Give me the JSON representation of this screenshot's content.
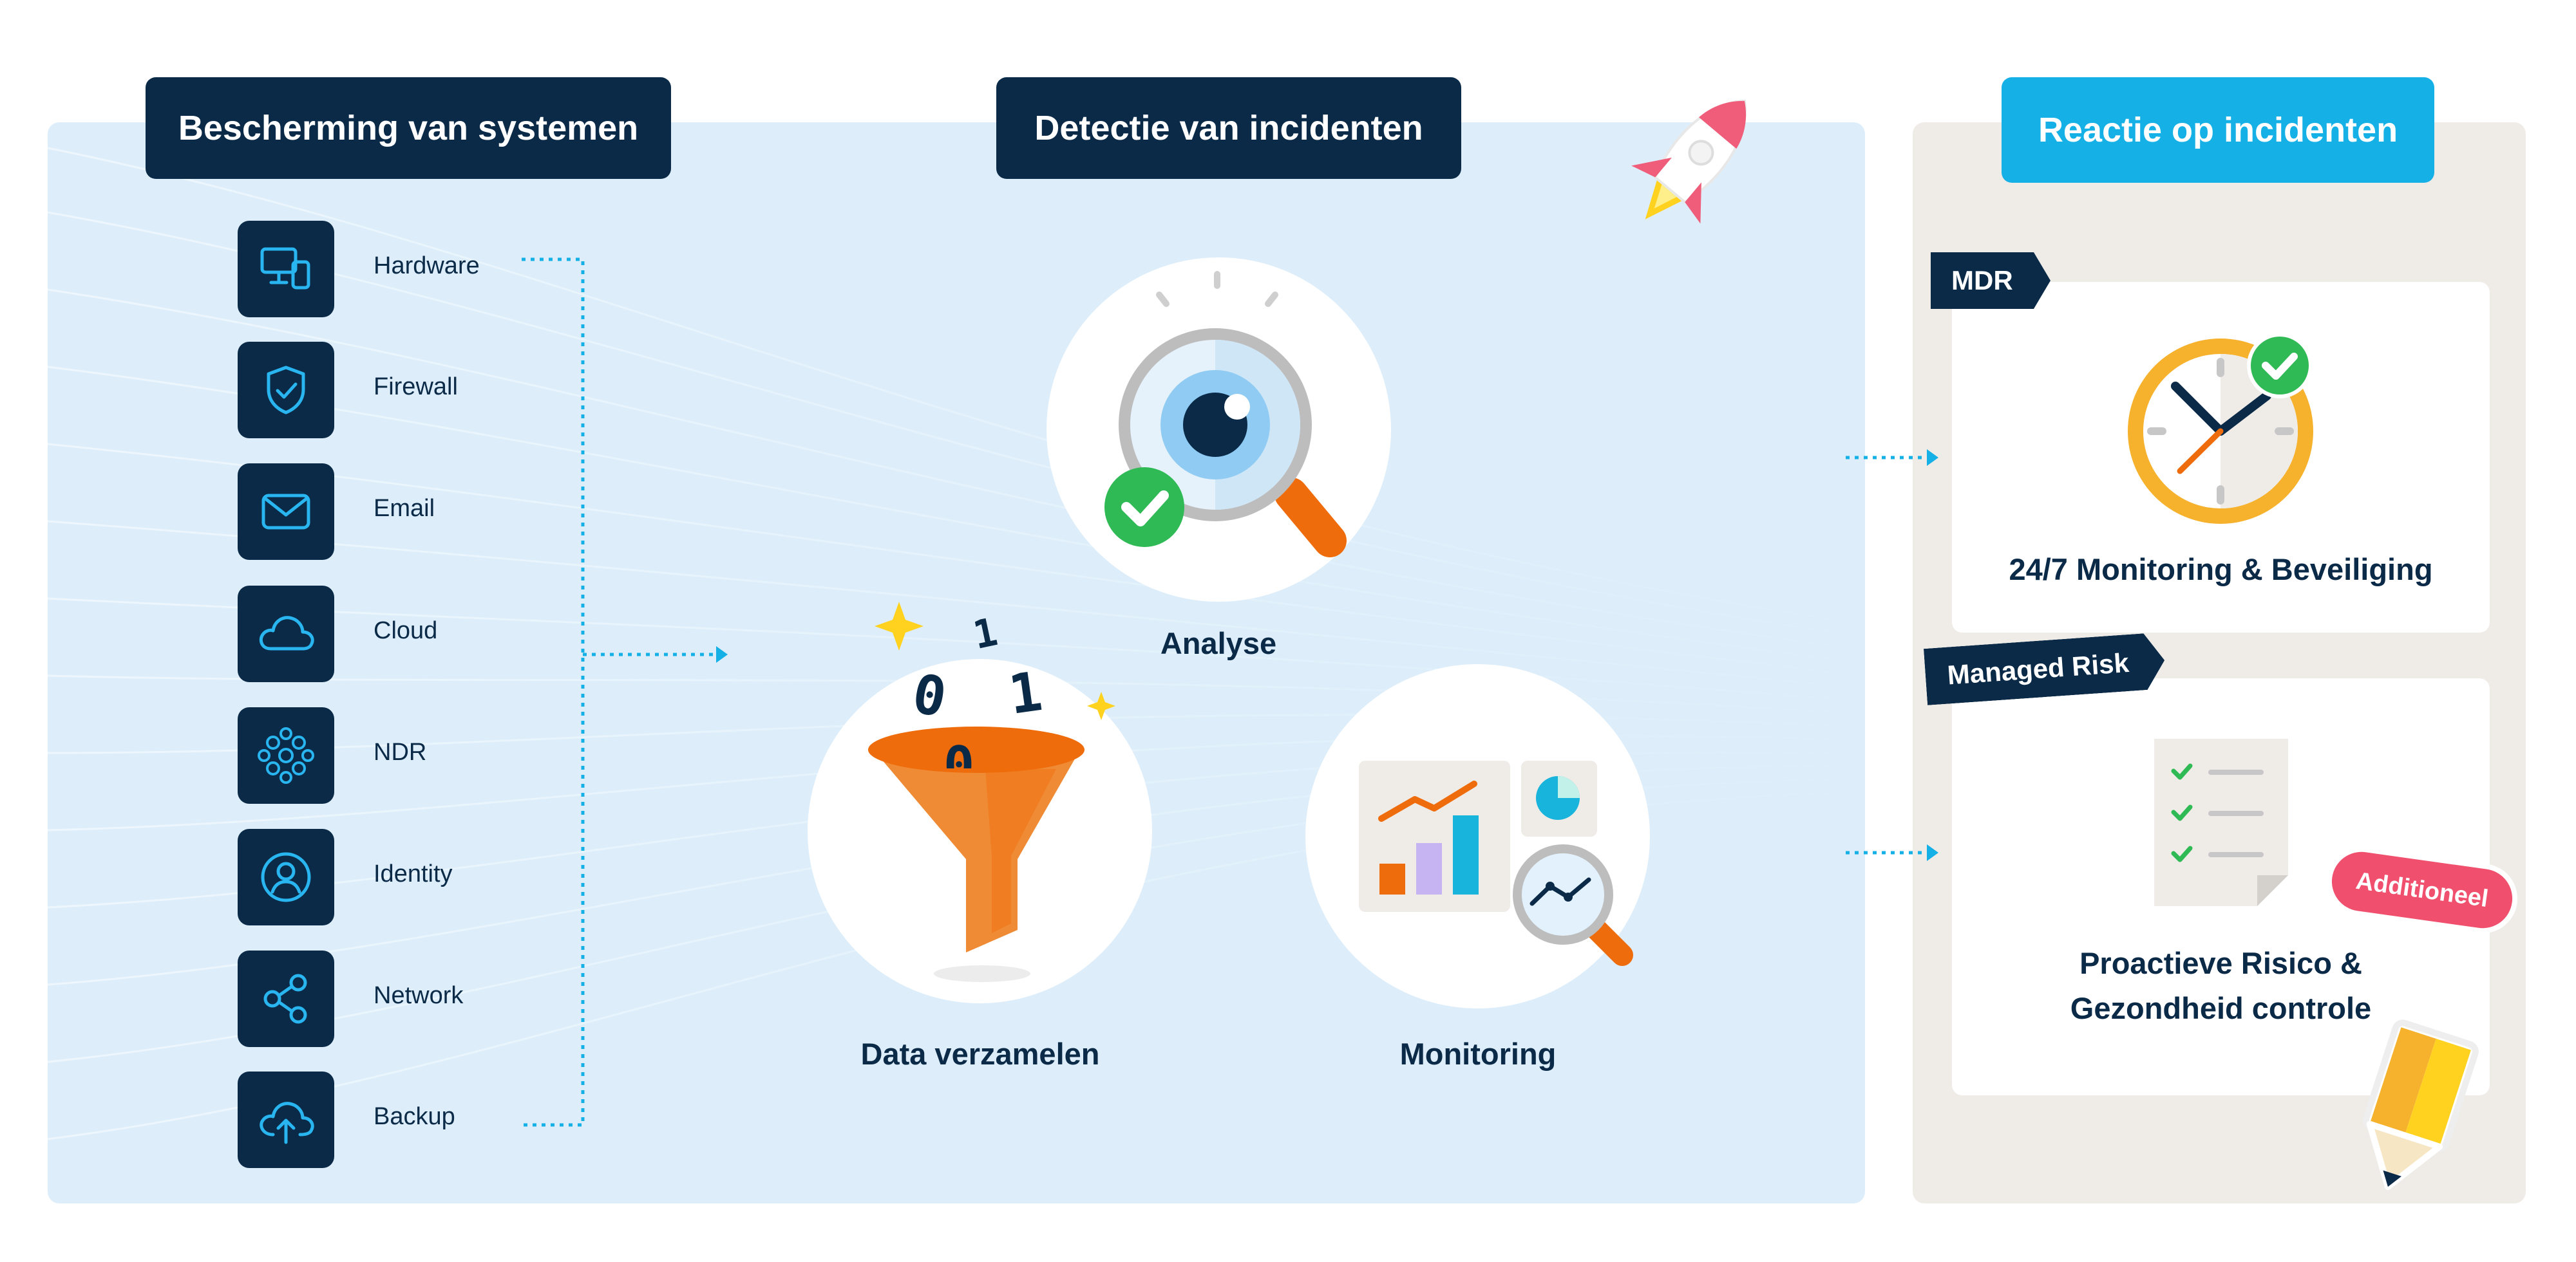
{
  "sections": {
    "protection": {
      "title": "Bescherming van systemen"
    },
    "detection": {
      "title": "Detectie van incidenten"
    },
    "response": {
      "title": "Reactie op incidenten"
    }
  },
  "systems": [
    {
      "label": "Hardware",
      "icon": "devices-icon"
    },
    {
      "label": "Firewall",
      "icon": "shield-check-icon"
    },
    {
      "label": "Email",
      "icon": "envelope-icon"
    },
    {
      "label": "Cloud",
      "icon": "cloud-icon"
    },
    {
      "label": "NDR",
      "icon": "network-mesh-icon"
    },
    {
      "label": "Identity",
      "icon": "user-circle-icon"
    },
    {
      "label": "Network",
      "icon": "share-nodes-icon"
    },
    {
      "label": "Backup",
      "icon": "cloud-upload-icon"
    }
  ],
  "detection_steps": {
    "analyse": {
      "label": "Analyse",
      "icon": "magnifier-eye-icon"
    },
    "collect": {
      "label": "Data verzamelen",
      "icon": "funnel-icon"
    },
    "monitoring": {
      "label": "Monitoring",
      "icon": "dashboard-magnifier-icon"
    }
  },
  "binary_digits": {
    "d1": "1",
    "d2": "0",
    "d3": "1",
    "d4": "0"
  },
  "response_cards": {
    "mdr": {
      "tag": "MDR",
      "title": "24/7 Monitoring & Beveiliging",
      "icon": "clock-check-icon"
    },
    "risk": {
      "tag": "Managed Risk",
      "title_line1": "Proactieve Risico &",
      "title_line2": "Gezondheid controle",
      "badge": "Additioneel",
      "icon": "checklist-document-icon"
    }
  },
  "colors": {
    "navy": "#0a2a48",
    "cyan": "#15b0e6",
    "orange": "#ef6c0c",
    "panel_blue": "#ddeefa",
    "panel_beige": "#efece8",
    "badge_pink": "#f0506e"
  }
}
